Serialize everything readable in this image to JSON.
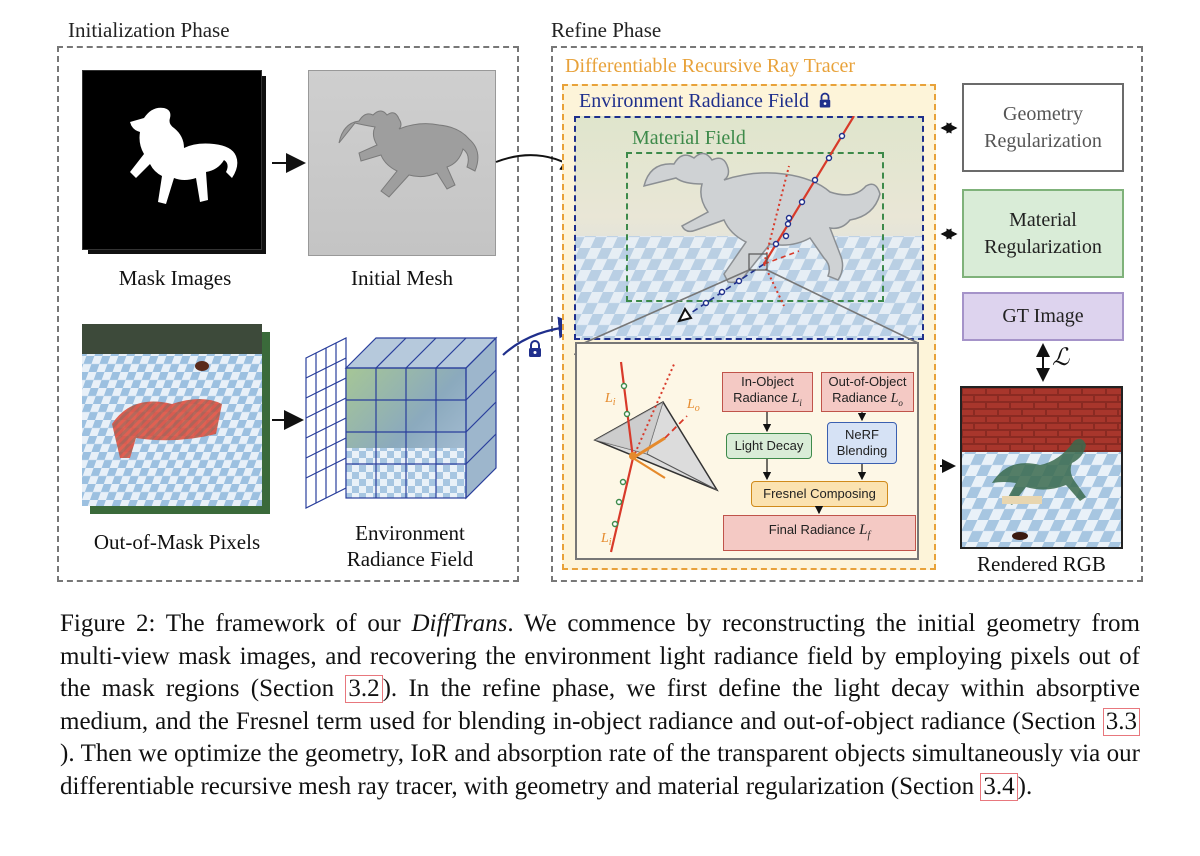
{
  "figure": {
    "init_phase_title": "Initialization Phase",
    "refine_phase_title": "Refine Phase",
    "mask_images_label": "Mask Images",
    "initial_mesh_label": "Initial Mesh",
    "out_of_mask_label": "Out-of-Mask Pixels",
    "env_field_label_line1": "Environment",
    "env_field_label_line2": "Radiance Field",
    "ray_tracer_title": "Differentiable Recursive Ray Tracer",
    "env_radiance_title": "Environment Radiance Field",
    "material_field_title": "Material Field",
    "geometry_reg_line1": "Geometry",
    "geometry_reg_line2": "Regularization",
    "material_reg_line1": "Material",
    "material_reg_line2": "Regularization",
    "gt_image": "GT Image",
    "rendered_rgb": "Rendered RGB",
    "loss_symbol": "ℒ",
    "flow": {
      "in_object_line1": "In-Object",
      "in_object_line2": "Radiance",
      "in_object_sym": "Li",
      "out_object_line1": "Out-of-Object",
      "out_object_line2": "Radiance",
      "out_object_sym": "Lo",
      "light_decay": "Light Decay",
      "nerf_line1": "NeRF",
      "nerf_line2": "Blending",
      "fresnel": "Fresnel Composing",
      "final": "Final Radiance",
      "final_sym": "Lf"
    },
    "ray_labels": {
      "li_top": "L",
      "lo": "L",
      "li_bottom": "L"
    }
  },
  "caption": {
    "p1": "Figure 2: The framework of our ",
    "name": "DiffTrans",
    "p2": ". We commence by reconstructing the initial geometry from multi-view mask images, and recovering the environment light radiance field by employing pixels out of the mask regions (Section ",
    "ref1": "3.2",
    "p3": "). In the refine phase, we first define the light decay within absorptive medium, and the Fresnel term used for blending in-object radiance and out-of-object radiance (Section ",
    "ref2": "3.3",
    "p4": "). Then we optimize the geometry, IoR and absorption rate of the transparent objects simultaneously via our differentiable recursive mesh ray tracer, with geometry and material regularization (Section ",
    "ref3": "3.4",
    "p5": ")."
  },
  "colors": {
    "ray_tracer": "#e8a23a",
    "env_blue": "#1f2f8c",
    "material_green": "#3d8a4a",
    "geometry_box": "#6b6b6b",
    "material_box_fill": "#d9ecd7",
    "gt_box_fill": "#ddd3ee",
    "ray_red": "#d83a2a"
  }
}
